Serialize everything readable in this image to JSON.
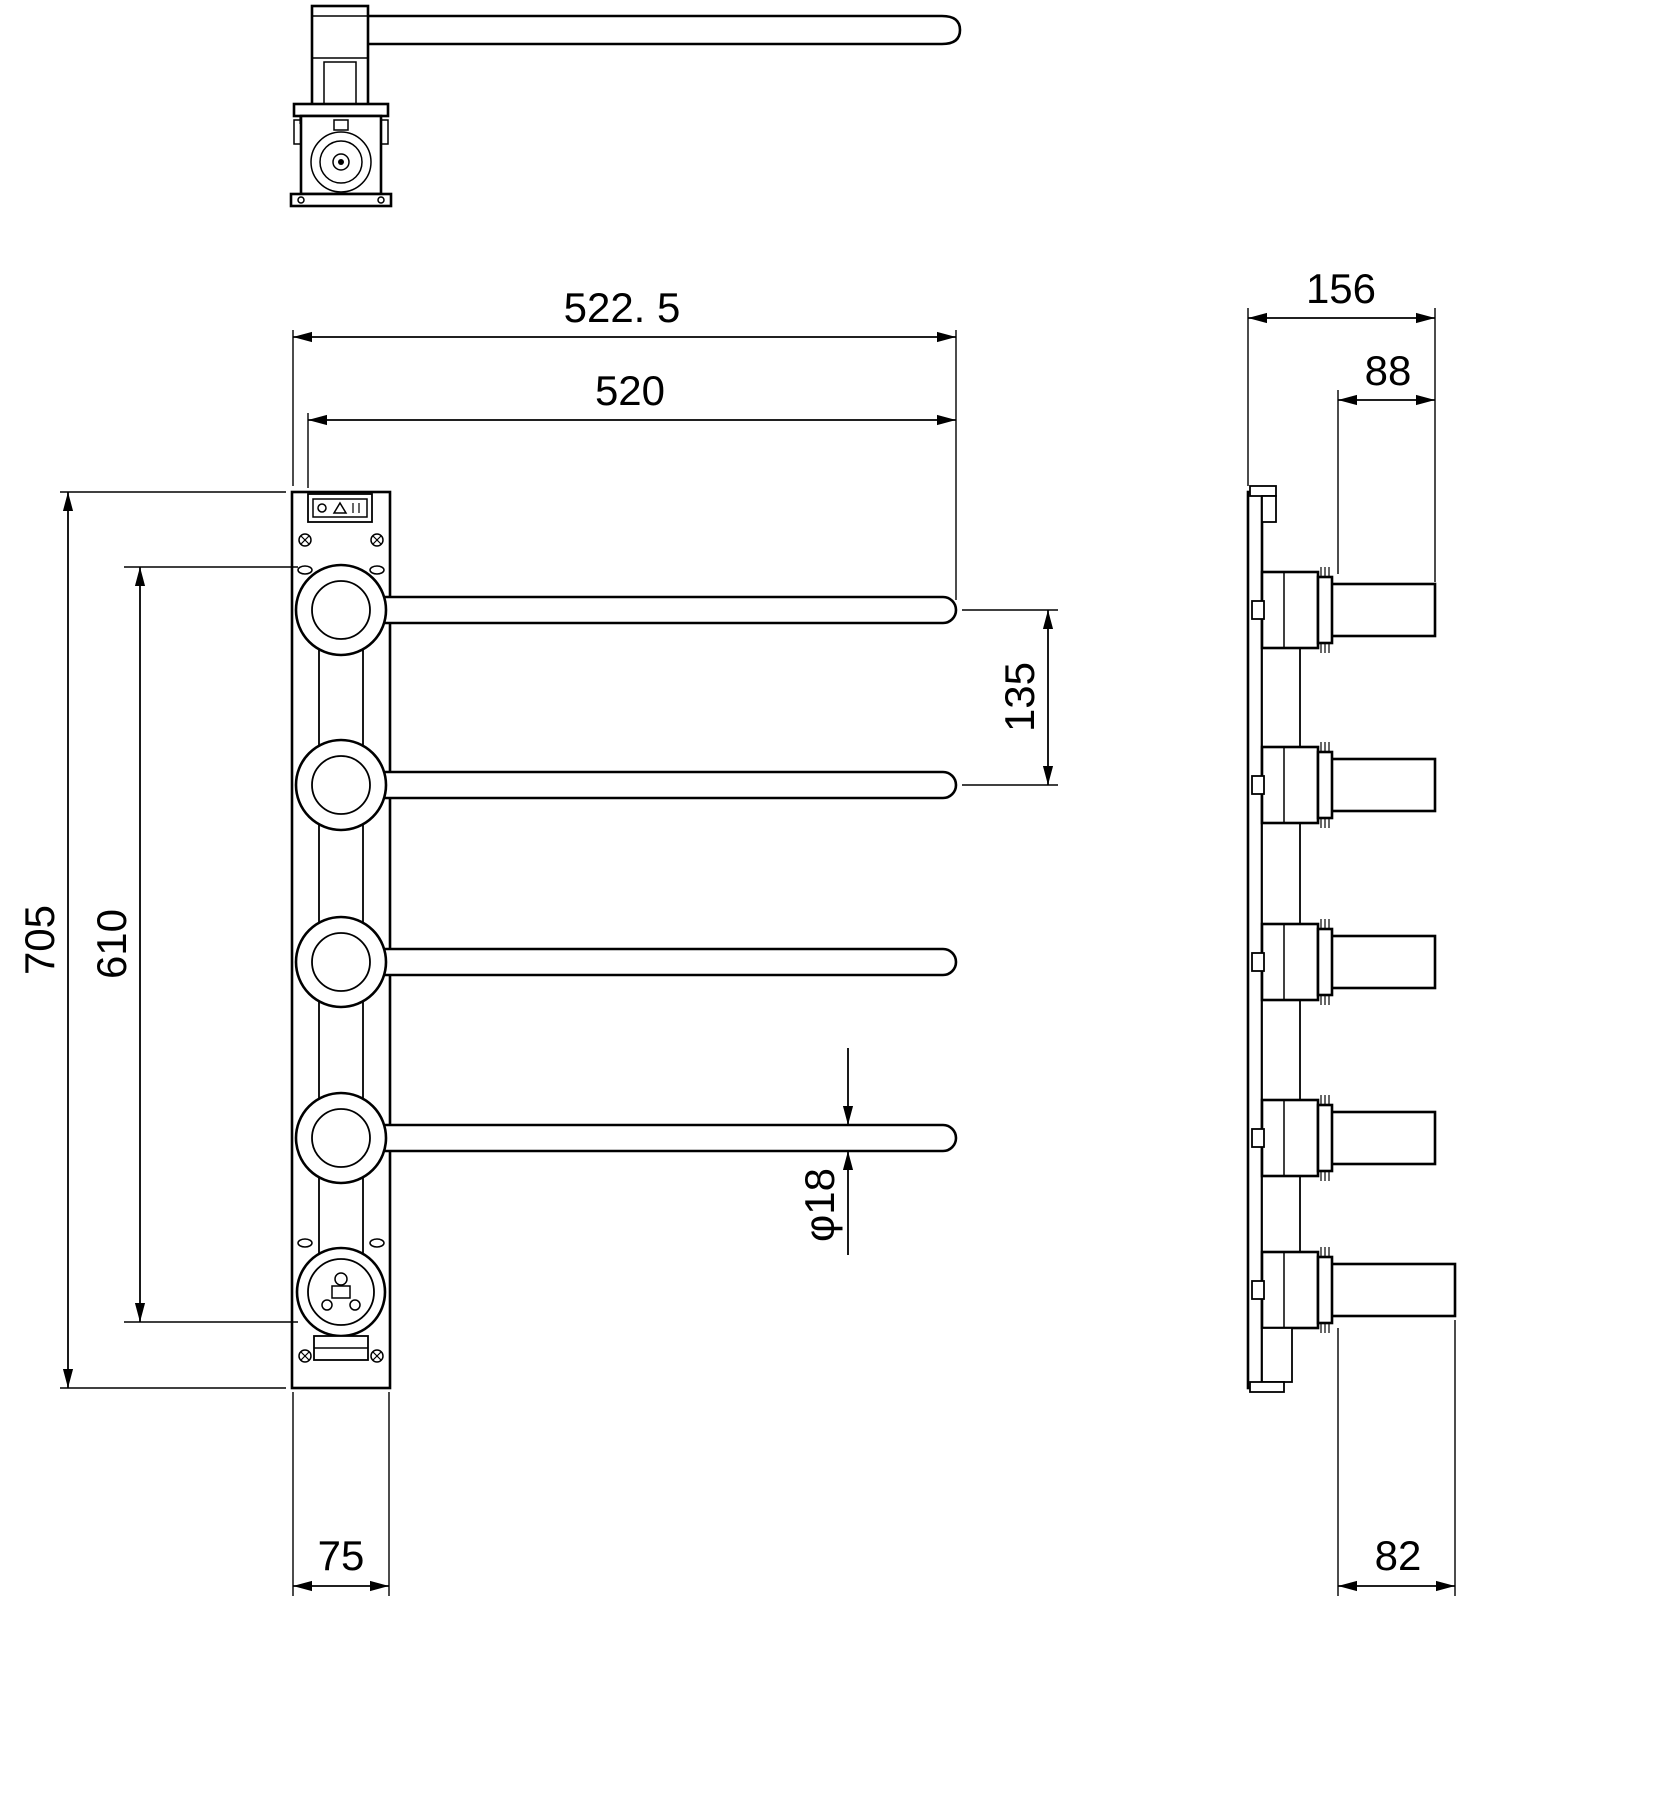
{
  "drawing": {
    "kind": "technical-dimension-drawing",
    "subject": "wall-mounted four-arm swing towel rack",
    "views": [
      "top-view",
      "front-view",
      "side-view"
    ],
    "line_color": "#000000",
    "background_color": "#ffffff"
  },
  "dimensions": {
    "overall_width": "522. 5",
    "arm_length": "520",
    "overall_height": "705",
    "mounting_span": "610",
    "arm_spacing": "135",
    "arm_diameter": "φ18",
    "plate_width": "75",
    "depth": "156",
    "arm_projection": "88",
    "outlet_projection": "82"
  }
}
